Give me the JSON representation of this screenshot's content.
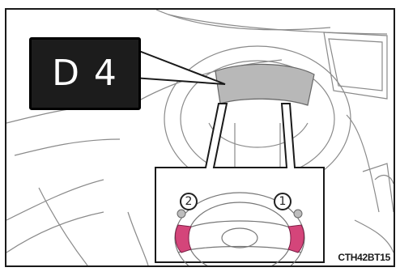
{
  "display": {
    "text": "D 4"
  },
  "paddles": {
    "left_number": "2",
    "right_number": "1",
    "highlight_color": "#d4457a"
  },
  "figure_code": "CTH42BT15"
}
